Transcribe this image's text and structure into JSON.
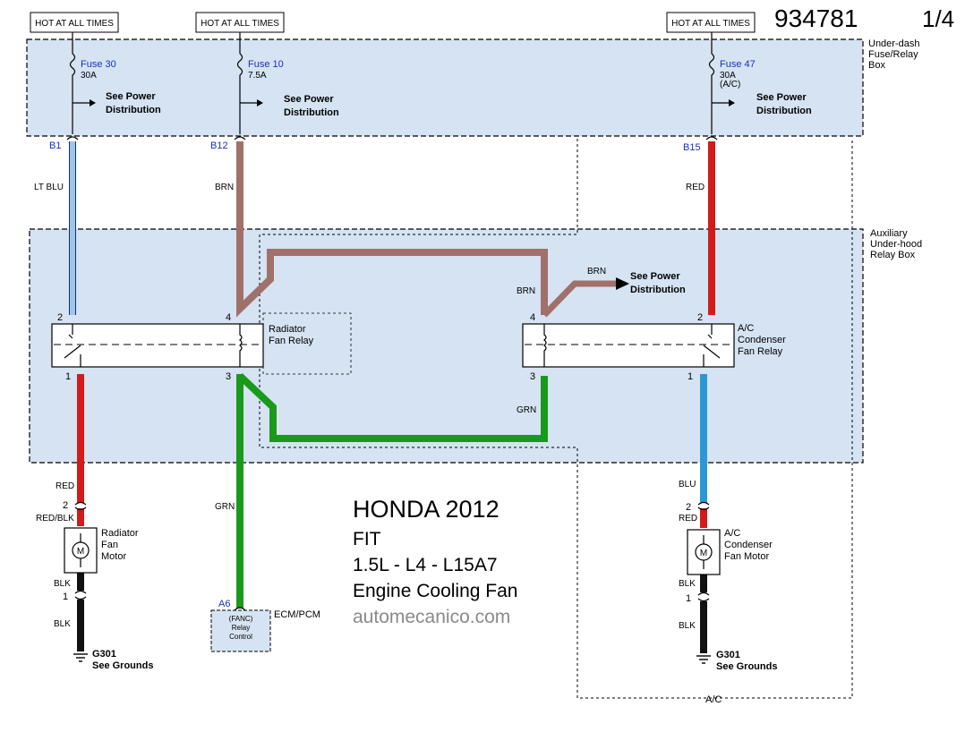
{
  "header": {
    "hot_labels": [
      "HOT AT ALL TIMES",
      "HOT AT ALL TIMES",
      "HOT AT ALL TIMES"
    ],
    "doc_number": "934781",
    "page": "1/4"
  },
  "boxes": {
    "fuse_box": "Under-dash Fuse/Relay Box",
    "fuse_box_lines": [
      "Under-dash",
      "Fuse/Relay",
      "Box"
    ],
    "relay_box_lines": [
      "Auxiliary",
      "Under-hood",
      "Relay Box"
    ]
  },
  "fuses": [
    {
      "name": "Fuse 30",
      "rating": "30A",
      "note": ""
    },
    {
      "name": "Fuse 10",
      "rating": "7.5A",
      "note": ""
    },
    {
      "name": "Fuse 47",
      "rating": "30A",
      "note": "(A/C)"
    }
  ],
  "see_power_distribution": [
    "See Power",
    "Distribution"
  ],
  "connectors": {
    "b1": "B1",
    "b12": "B12",
    "b15": "B15",
    "a6": "A6"
  },
  "wire_colors": {
    "lt_blu": "LT BLU",
    "brn": "BRN",
    "red": "RED",
    "grn": "GRN",
    "blu": "BLU",
    "red_blk": "RED/BLK",
    "blk": "BLK"
  },
  "pins": {
    "p1": "1",
    "p2": "2",
    "p3": "3",
    "p4": "4"
  },
  "relays": {
    "radiator_lines": [
      "Radiator",
      "Fan Relay"
    ],
    "ac_lines": [
      "A/C",
      "Condenser",
      "Fan Relay"
    ]
  },
  "motors": {
    "radiator_lines": [
      "Radiator",
      "Fan",
      "Motor"
    ],
    "ac_lines": [
      "A/C",
      "Condenser",
      "Fan Motor"
    ],
    "symbol": "M"
  },
  "ecm": {
    "label": "ECM/PCM",
    "lines": [
      "(FANC)",
      "Relay",
      "Control"
    ]
  },
  "grounds": {
    "name": "G301",
    "note": "See Grounds"
  },
  "ac_option": "A/C",
  "title_block": {
    "make_year": "HONDA 2012",
    "model": "FIT",
    "engine": "1.5L - L4 - L15A7",
    "system": "Engine Cooling Fan",
    "site": "automecanico.com"
  },
  "colors": {
    "box_fill": "#d5e3f2",
    "lt_blu": "#9cc6ea",
    "brn": "#a0706b",
    "red": "#d21b1b",
    "grn": "#1a9a1a",
    "blu": "#2a98d4",
    "blk": "#111111"
  }
}
